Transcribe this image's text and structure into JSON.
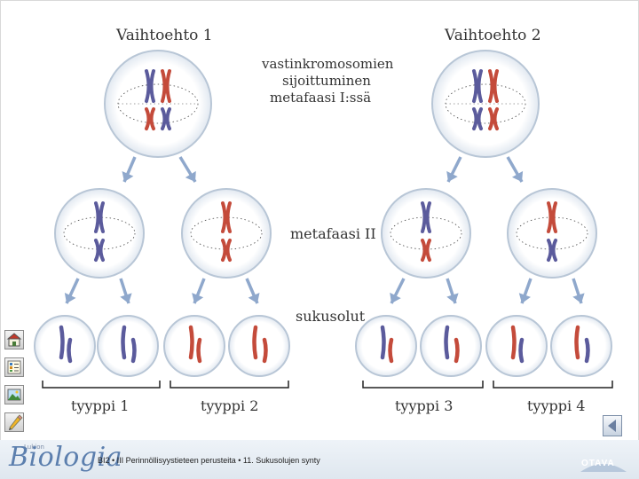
{
  "diagram": {
    "labels": {
      "option1": "Vaihtoehto 1",
      "option2": "Vaihtoehto 2",
      "metaphase1_line1": "vastinkromosomien",
      "metaphase1_line2": "sijoittuminen",
      "metaphase1_line3": "metafaasi I:ssä",
      "metaphase2": "metafaasi II",
      "gametes": "sukusolut",
      "type1": "tyyppi 1",
      "type2": "tyyppi 2",
      "type3": "tyyppi 3",
      "type4": "tyyppi 4"
    },
    "colors": {
      "blue_chromosome": "#5b5b9c",
      "red_chromosome": "#c44b3b",
      "cell_fill": "#dde6ef",
      "cell_border": "#b8c6d6",
      "arrow": "#8fa8cc"
    }
  },
  "sidebar": {
    "icons": [
      "home-icon",
      "list-icon",
      "image-icon",
      "pencil-icon"
    ]
  },
  "footer": {
    "logo_small": "Lukion",
    "logo": "Biologia",
    "caption": "BI2 • III Perinnöllisyystieteen perusteita • 11. Sukusolujen synty",
    "publisher": "OTAVA"
  },
  "nav": {
    "back_icon": "triangle-left-icon"
  }
}
